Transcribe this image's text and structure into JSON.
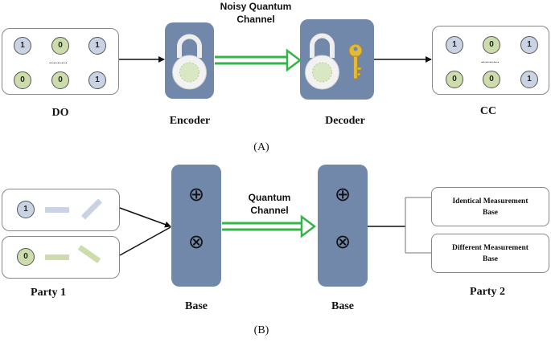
{
  "panel_a": {
    "channel_label_line1": "Noisy Quantum",
    "channel_label_line2": "Channel",
    "do_label": "DO",
    "encoder_label": "Encoder",
    "decoder_label": "Decoder",
    "cc_label": "CC",
    "caption": "(A)",
    "do_bits": [
      "1",
      "0",
      "1",
      "0",
      "0",
      "1"
    ],
    "cc_bits": [
      "1",
      "0",
      "1",
      "0",
      "0",
      "1"
    ],
    "ellipsis": "........."
  },
  "panel_b": {
    "channel_label_line1": "Quantum",
    "channel_label_line2": "Channel",
    "party1_label": "Party 1",
    "base1_label": "Base",
    "base2_label": "Base",
    "party2_label": "Party 2",
    "caption": "(B)",
    "bit_top": "1",
    "bit_bottom": "0",
    "oplus": "⊕",
    "otimes": "⊗",
    "identical_line1": "Identical Measurement",
    "identical_line2": "Base",
    "different_line1": "Different Measurement",
    "different_line2": "Base"
  },
  "colors": {
    "tile": "#7288ab",
    "green_arrow": "#35b44a",
    "bit_gray": "#c9d3e3",
    "bit_green": "#ccdcaa",
    "key": "#e3b93a"
  },
  "icons": [
    "padlock-icon",
    "key-icon"
  ]
}
